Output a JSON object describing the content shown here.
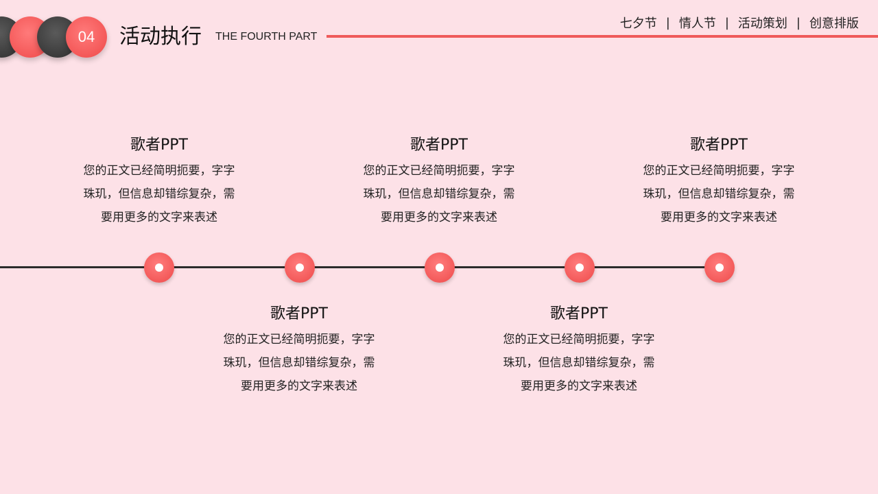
{
  "header": {
    "number": "04",
    "title": "活动执行",
    "subtitle": "THE FOURTH PART",
    "nav": [
      "七夕节",
      "情人节",
      "活动策划",
      "创意排版"
    ],
    "nav_separator": "|"
  },
  "timeline": {
    "nodes": 5,
    "items": [
      {
        "title": "歌者PPT",
        "lines": [
          "您的正文已经简明扼要，字字",
          "珠玑，但信息却错综复杂，需",
          "要用更多的文字来表述"
        ]
      },
      {
        "title": "歌者PPT",
        "lines": [
          "您的正文已经简明扼要，字字",
          "珠玑，但信息却错综复杂，需",
          "要用更多的文字来表述"
        ]
      },
      {
        "title": "歌者PPT",
        "lines": [
          "您的正文已经简明扼要，字字",
          "珠玑，但信息却错综复杂，需",
          "要用更多的文字来表述"
        ]
      },
      {
        "title": "歌者PPT",
        "lines": [
          "您的正文已经简明扼要，字字",
          "珠玑，但信息却错综复杂，需",
          "要用更多的文字来表述"
        ]
      },
      {
        "title": "歌者PPT",
        "lines": [
          "您的正文已经简明扼要，字字",
          "珠玑，但信息却错综复杂，需",
          "要用更多的文字来表述"
        ]
      }
    ]
  },
  "colors": {
    "background": "#fde1e7",
    "accent": "#ef5b5b",
    "dark": "#2b2b2b"
  }
}
